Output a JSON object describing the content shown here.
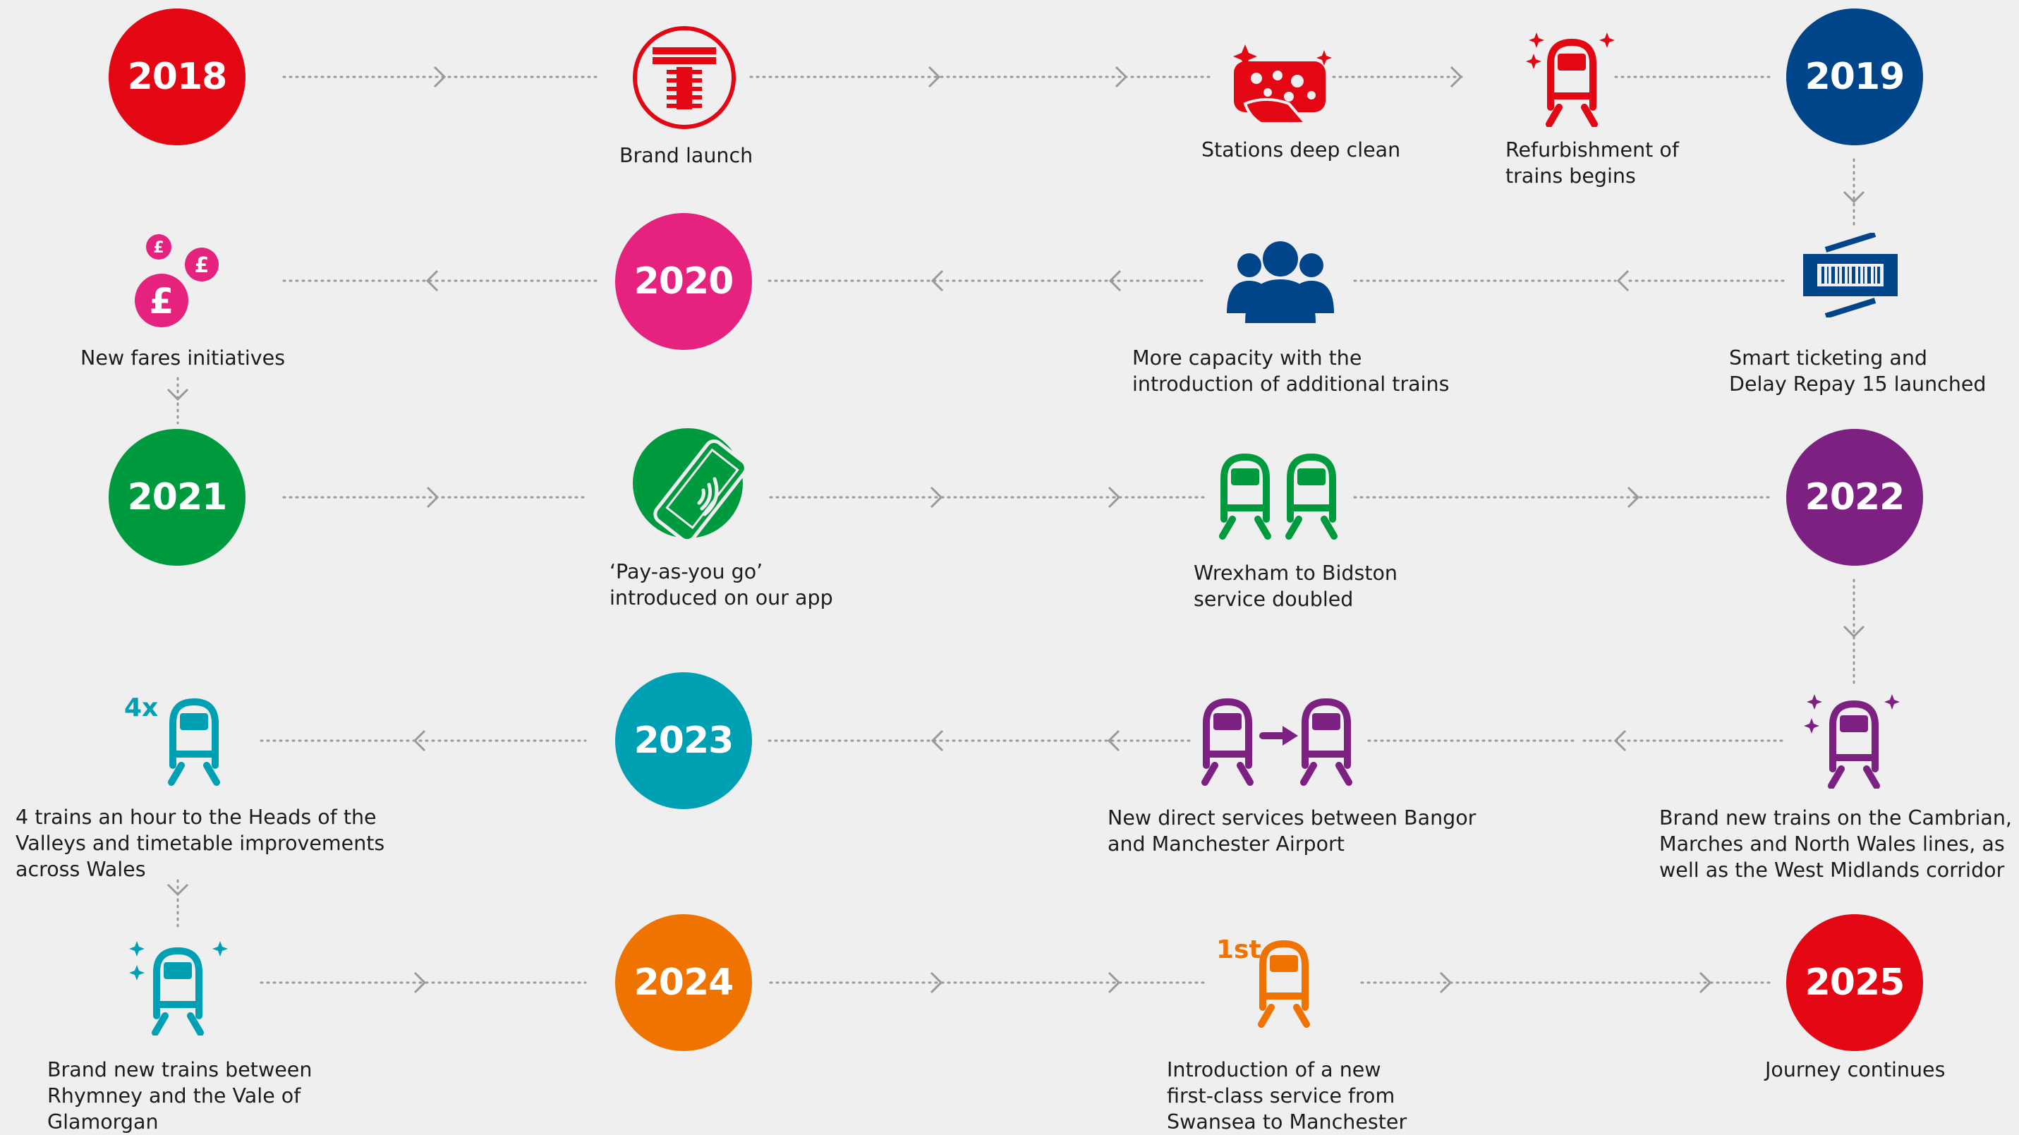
{
  "colors": {
    "y2018": "#e30613",
    "y2019": "#00458a",
    "y2020": "#e5227d",
    "y2021": "#009a3e",
    "y2022": "#7c2181",
    "y2023": "#00a0b4",
    "y2024": "#ef7300",
    "y2025": "#e30613",
    "connector": "#999999"
  },
  "years": {
    "y2018": "2018",
    "y2019": "2019",
    "y2020": "2020",
    "y2021": "2021",
    "y2022": "2022",
    "y2023": "2023",
    "y2024": "2024",
    "y2025": "2025"
  },
  "events": {
    "brand_launch": "Brand launch",
    "deep_clean": "Stations deep clean",
    "refurb": "Refurbishment of\ntrains begins",
    "smart_ticketing": "Smart ticketing and\nDelay Repay 15 launched",
    "capacity": "More capacity with the\nintroduction of additional trains",
    "new_fares": "New fares initiatives",
    "payg": "‘Pay-as-you go’\nintroduced on our app",
    "wrexham": "Wrexham to Bidston\nservice doubled",
    "cambrian": "Brand new trains on the Cambrian,\nMarches and North Wales lines, as\nwell as the West Midlands corridor",
    "bangor": "New direct services between Bangor\nand Manchester Airport",
    "heads_valleys": "4 trains an hour to the Heads of the\nValleys and timetable improvements\nacross Wales",
    "rhymney": "Brand new trains between\nRhymney and the Vale of\nGlamorgan",
    "first_class": "Introduction of a new\nfirst-class service from\nSwansea to Manchester",
    "journey": "Journey continues"
  },
  "badges": {
    "four_x": "4x",
    "first": "1st"
  },
  "icons": {
    "brand": "tfw-logo-icon",
    "clean": "sponge-cleaning-icon",
    "refurb": "sparkle-train-icon",
    "ticket": "smart-ticket-icon",
    "capacity": "people-group-icon",
    "fares": "pound-coins-icon",
    "payg": "phone-contactless-icon",
    "wrexham": "double-train-icon",
    "cambrian": "sparkle-train-icon",
    "bangor": "train-to-train-icon",
    "heads": "train-icon",
    "rhymney": "sparkle-train-icon",
    "first_class": "train-icon"
  }
}
